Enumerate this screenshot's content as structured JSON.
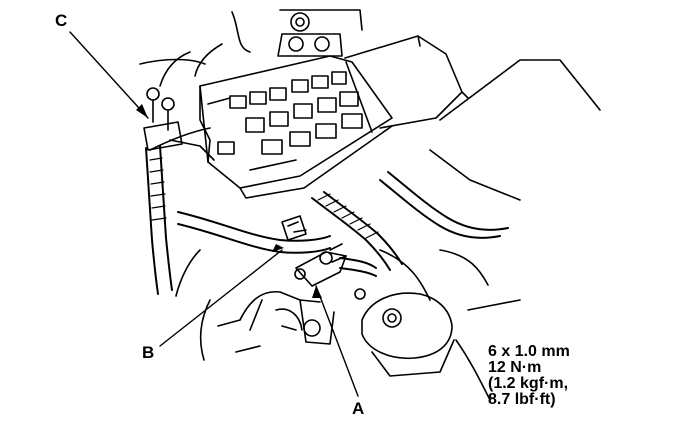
{
  "callouts": {
    "c": "C",
    "b": "B",
    "a": "A"
  },
  "spec": {
    "bolt_size": "6 x 1.0 mm",
    "torque_nm": "12 N·m",
    "torque_kgfm": "(1.2 kgf·m,",
    "torque_lbfft": "8.7 lbf·ft)"
  },
  "colors": {
    "ink": "#000000",
    "paper": "#ffffff"
  }
}
